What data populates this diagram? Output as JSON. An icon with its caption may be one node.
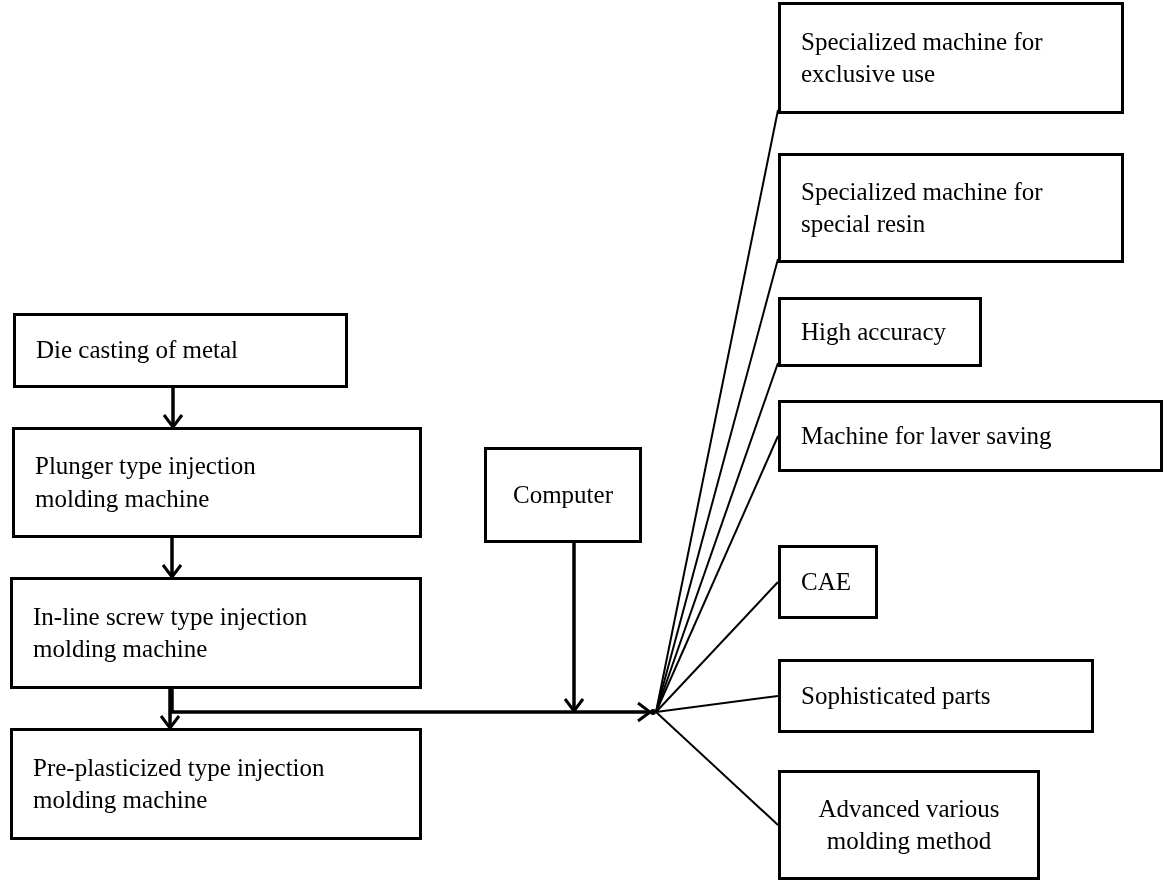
{
  "diagram": {
    "nodes": [
      {
        "text": [
          "Die casting of metal"
        ]
      },
      {
        "text": [
          "Plunger type injection molding machine"
        ]
      },
      {
        "text": [
          "In-line screw type injection molding machine"
        ]
      },
      {
        "text": [
          "Pre-plasticized type injection molding machine"
        ]
      },
      {
        "text": [
          "Computer"
        ]
      },
      {
        "text": [
          "Specialized machine for exclusive use"
        ]
      },
      {
        "text": [
          "Specialized machine for special resin"
        ]
      },
      {
        "text": [
          "High accuracy"
        ]
      },
      {
        "text": [
          "Machine for laver saving"
        ]
      },
      {
        "text": [
          "CAE"
        ]
      },
      {
        "text": [
          "Sophisticated parts"
        ]
      },
      {
        "text": [
          "Advanced various molding method"
        ]
      },
      {
        "text": [],
        "shape": "dot"
      }
    ],
    "edges": [
      {
        "from": 0,
        "to": 1,
        "arrow": "to"
      },
      {
        "from": 1,
        "to": 2,
        "arrow": "to"
      },
      {
        "from": 2,
        "to": 3,
        "arrow": "to"
      },
      {
        "from": 2,
        "to": 12,
        "arrow": "to"
      },
      {
        "from": 4,
        "to": 12,
        "arrow": "to"
      },
      {
        "from": 12,
        "to": 5,
        "arrow": "none"
      },
      {
        "from": 12,
        "to": 6,
        "arrow": "none"
      },
      {
        "from": 12,
        "to": 7,
        "arrow": "none"
      },
      {
        "from": 12,
        "to": 8,
        "arrow": "none"
      },
      {
        "from": 12,
        "to": 9,
        "arrow": "none"
      },
      {
        "from": 12,
        "to": 10,
        "arrow": "none"
      },
      {
        "from": 12,
        "to": 11,
        "arrow": "none"
      }
    ]
  }
}
